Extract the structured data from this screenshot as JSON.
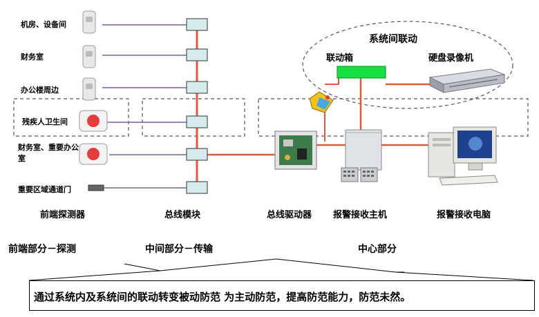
{
  "linkage": {
    "title": "系统间联动",
    "box_label": "联动箱",
    "dvr_label": "硬盘录像机"
  },
  "detectors": [
    {
      "label": "机房、设备间"
    },
    {
      "label": "财务室"
    },
    {
      "label": "办公楼周边"
    },
    {
      "label": "残疾人卫生间"
    },
    {
      "label": "财务室、重要办公室"
    },
    {
      "label": "重要区域通道门"
    }
  ],
  "column_labels": {
    "front": "前端探测器",
    "bus_module": "总线模块",
    "bus_driver": "总线驱动器",
    "host": "报警接收主机",
    "pc": "报警接收电脑"
  },
  "sections": {
    "front": "前端部分－探测",
    "middle": "中间部分－传输",
    "center": "中心部分"
  },
  "summary": "通过系统内及系统间的联动转变被动防范 为主动防范，提高防范能力，防范未然。",
  "colors": {
    "line": "#e05a3a",
    "module_fill": "#d6ecec",
    "linkage_box": "#16e040",
    "dashed": "#555555"
  }
}
